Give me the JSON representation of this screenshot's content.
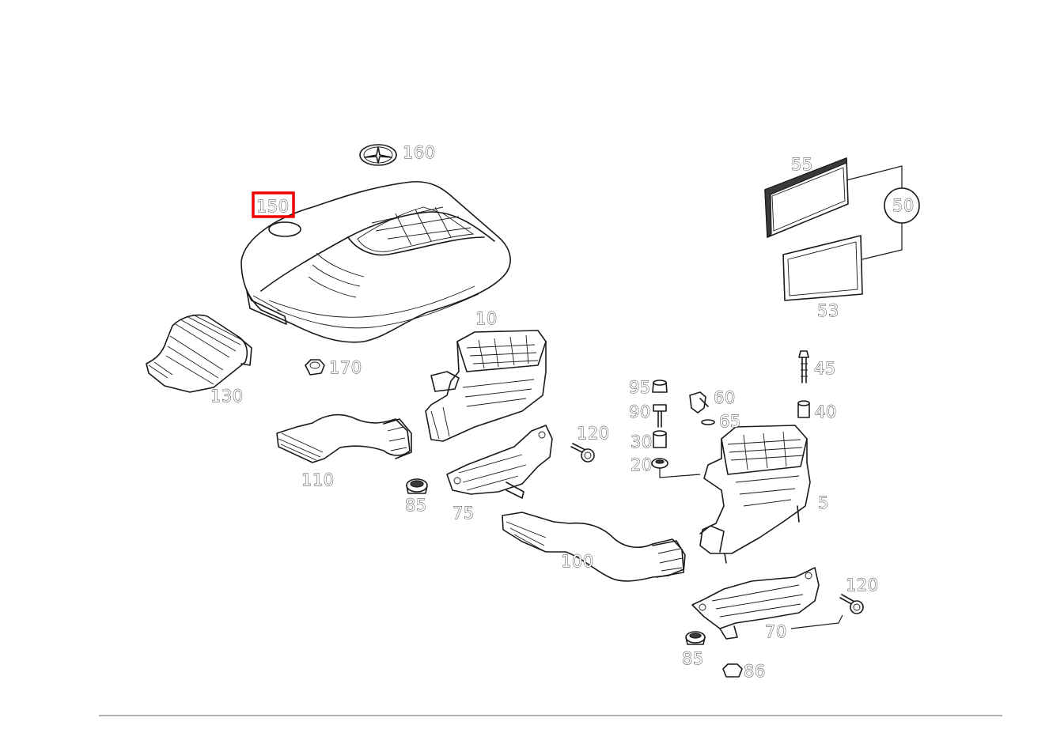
{
  "diagram": {
    "highlighted_part": "150",
    "highlight_color": "#ee0000",
    "labels": {
      "p5": "5",
      "p10": "10",
      "p20": "20",
      "p30": "30",
      "p40": "40",
      "p45": "45",
      "p50": "50",
      "p53": "53",
      "p55": "55",
      "p60": "60",
      "p65": "65",
      "p70": "70",
      "p75": "75",
      "p85a": "85",
      "p85b": "85",
      "p86": "86",
      "p90": "90",
      "p95": "95",
      "p100": "100",
      "p110": "110",
      "p120a": "120",
      "p120b": "120",
      "p130": "130",
      "p150": "150",
      "p160": "160",
      "p170": "170"
    }
  }
}
